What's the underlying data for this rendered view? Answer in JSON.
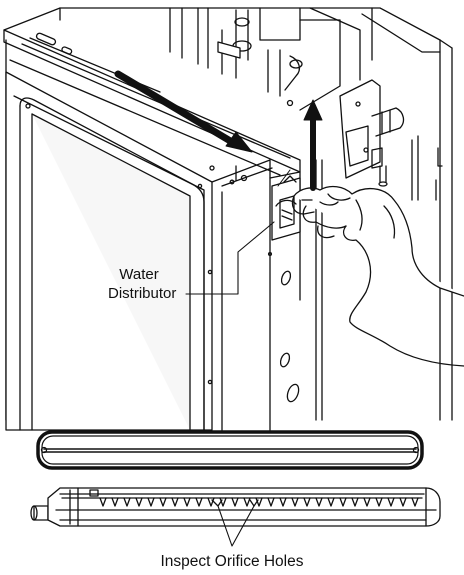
{
  "labels": {
    "water_distributor_line1": "Water",
    "water_distributor_line2": "Distributor",
    "inspect_orifice_holes": "Inspect Orifice Holes"
  },
  "colors": {
    "ink": "#111111",
    "background": "#ffffff",
    "panel": "#f7f7f7"
  }
}
